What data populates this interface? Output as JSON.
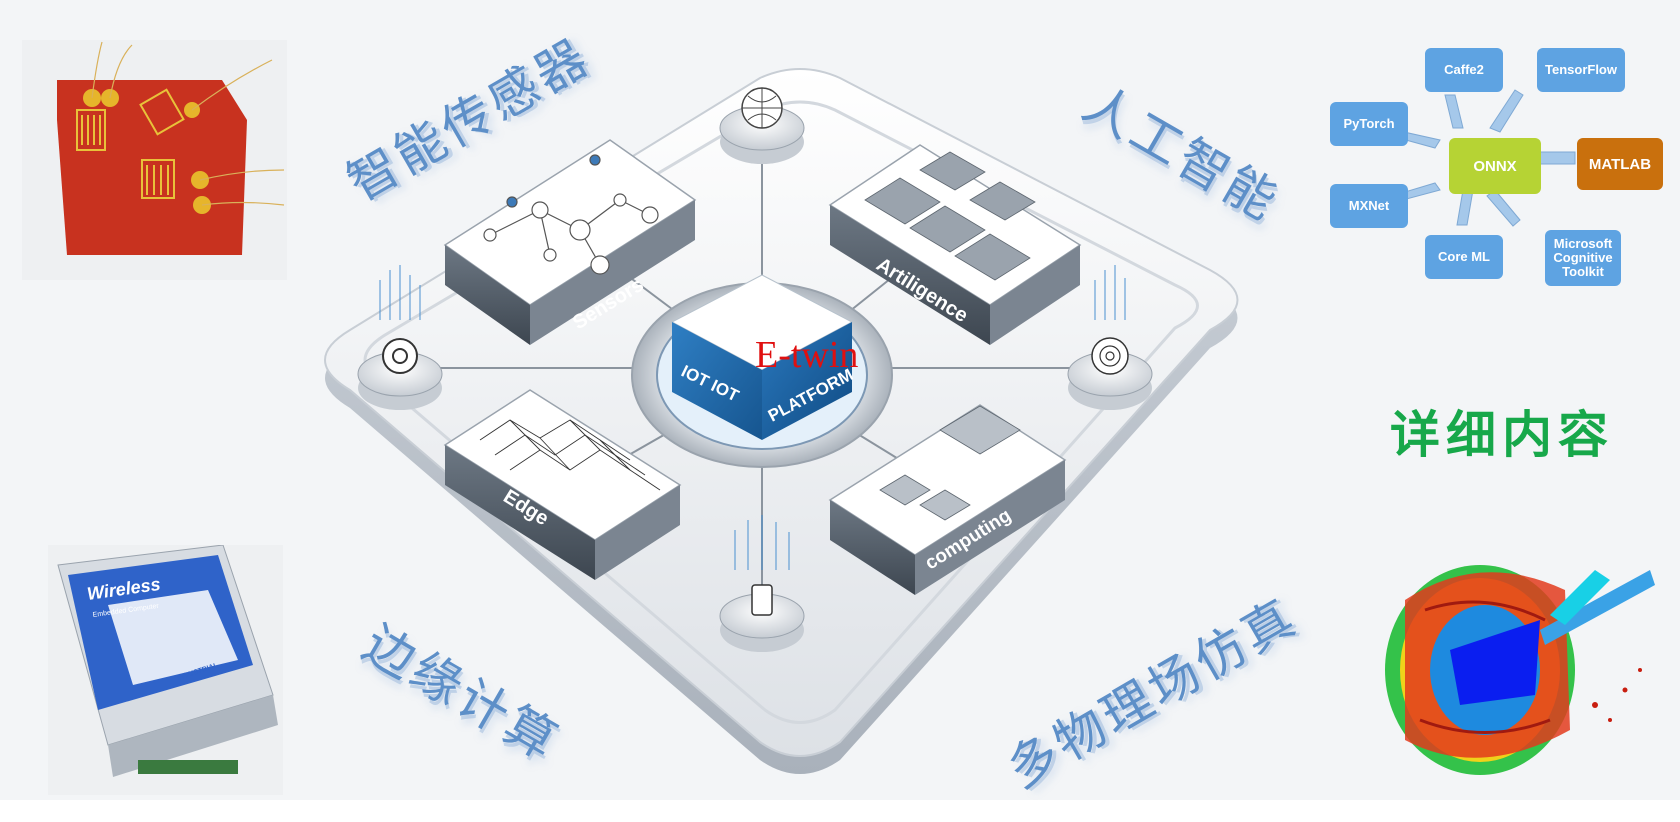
{
  "labels": {
    "top_left": "智能传感器",
    "top_right": "人工智能",
    "bottom_left": "边缘计算",
    "bottom_right": "多物理场仿真",
    "details": "详细内容"
  },
  "center": {
    "title": "E-twin",
    "face_left": "IOT IOT",
    "face_right": "PLATFORM"
  },
  "modules": {
    "sensors": "Sensors",
    "ai": "Artiligence",
    "edge": "Edge",
    "computing": "computing"
  },
  "device": {
    "brand": "Wireless",
    "subtitle": "Embedded Computer",
    "side": "INDUSTRIAL"
  },
  "onnx": {
    "center": "ONNX",
    "matlab": "MATLAB",
    "caffe2": "Caffe2",
    "tensorflow": "TensorFlow",
    "pytorch": "PyTorch",
    "mxnet": "MXNet",
    "coreml": "Core ML",
    "mct_1": "Microsoft",
    "mct_2": "Cognitive",
    "mct_3": "Toolkit"
  },
  "colors": {
    "label_blue": "#5d8fc8",
    "details_green": "#17a84a",
    "title_red": "#e01010",
    "onnx_green": "#b6d334",
    "framework_blue": "#5ea3e2",
    "matlab_orange": "#c9700d"
  }
}
